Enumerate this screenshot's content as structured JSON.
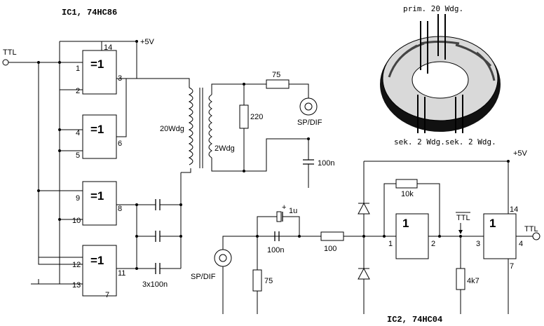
{
  "ic1_title": "IC1, 74HC86",
  "ic2_title": "IC2, 74HC04",
  "supply": "+5V",
  "ttl": "TTL",
  "ttl_bar": "TTL",
  "gate_xor": "=1",
  "gate_inv": "1",
  "pins": {
    "p1": "1",
    "p2": "2",
    "p3": "3",
    "p4": "4",
    "p5": "5",
    "p6": "6",
    "p8": "8",
    "p9": "9",
    "p10": "10",
    "p11": "11",
    "p12": "12",
    "p13": "13",
    "p14": "14",
    "p7": "7"
  },
  "inv_pins": {
    "p1": "1",
    "p2": "2",
    "p3": "3",
    "p4": "4",
    "p14": "14",
    "p7": "7"
  },
  "parts": {
    "r75_top": "75",
    "r220": "220",
    "c100n_top": "100n",
    "prim": "20Wdg",
    "sec": "2Wdg",
    "caps": "3x100n",
    "spdif_top": "SP/DIF",
    "spdif_bot": "SP/DIF",
    "c1u": "1u",
    "c100n_bot": "100n",
    "r100": "100",
    "r75_bot": "75",
    "r10k": "10k",
    "r4k7": "4k7",
    "plus": "+"
  },
  "toroid": {
    "prim": "prim. 20 Wdg.",
    "sek": "sek. 2 Wdg.sek. 2 Wdg."
  }
}
